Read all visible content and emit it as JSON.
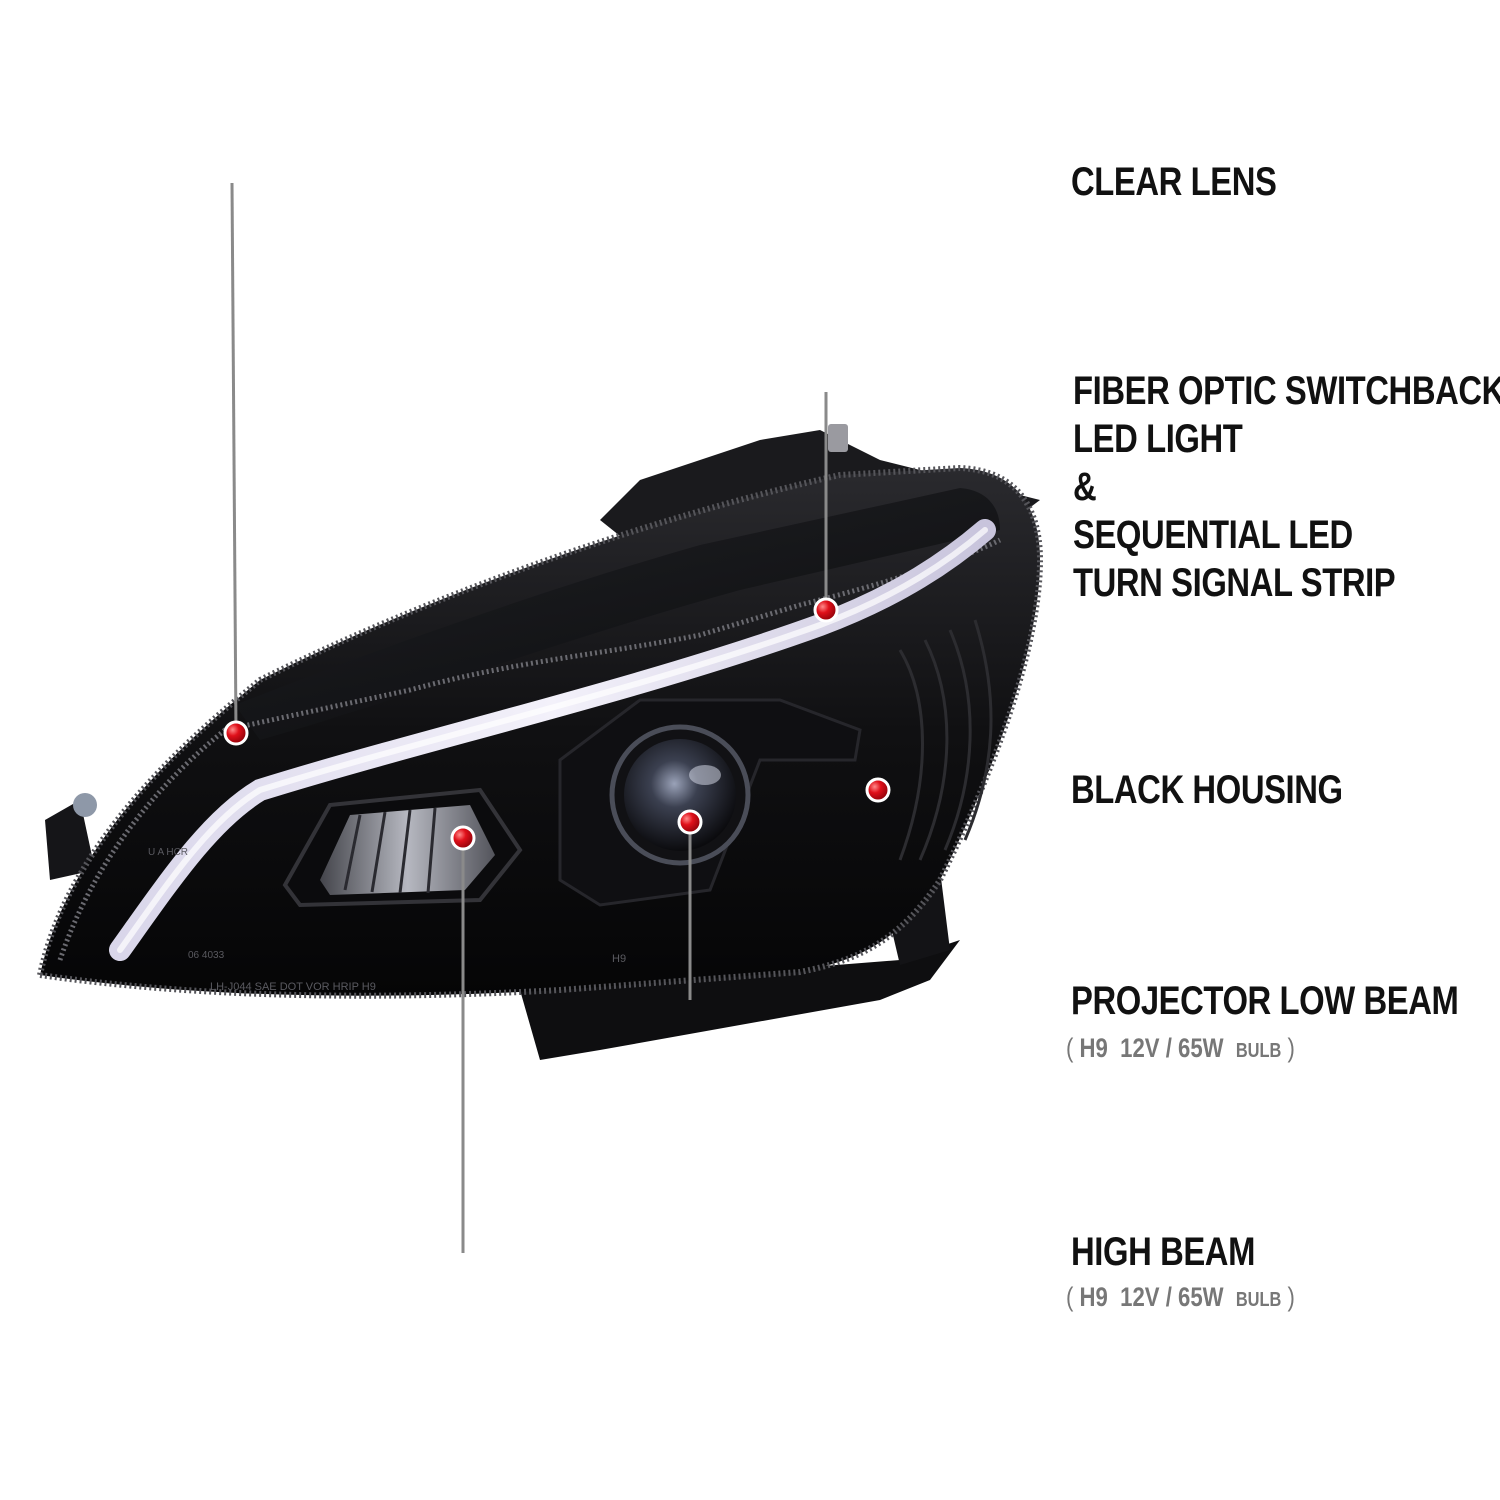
{
  "callouts": {
    "clear_lens": {
      "lines": [
        "CLEAR LENS"
      ]
    },
    "fiber_optic": {
      "lines": [
        "FIBER OPTIC SWITCHBACK",
        "LED LIGHT",
        "&",
        "SEQUENTIAL LED",
        "TURN SIGNAL STRIP"
      ]
    },
    "black_housing": {
      "lines": [
        "BLACK HOUSING"
      ]
    },
    "projector_low_beam": {
      "lines": [
        "PROJECTOR LOW BEAM"
      ],
      "spec": {
        "open": "(",
        "bulb": "H9",
        "rating": "12V / 65W",
        "unit": "BULB",
        "close": ")"
      }
    },
    "high_beam": {
      "lines": [
        "HIGH BEAM"
      ],
      "spec": {
        "open": "(",
        "bulb": "H9",
        "rating": "12V / 65W",
        "unit": "BULB",
        "close": ")"
      }
    }
  },
  "housing_markings": {
    "part_line": "LH-J044 SAE DOT VOR HRIP H9",
    "bulb_mark": "H9",
    "code_mark": "06 4033",
    "small_mark": "U A HCR"
  },
  "colors": {
    "background": "#ffffff",
    "label_text": "#111111",
    "spec_text": "#777777",
    "leader_gray": "#8a8a8a",
    "leader_red": "#b3121e",
    "marker_red": "#e0101a",
    "housing_black": "#0d0d0f",
    "led_strip": "#e9e7f3"
  }
}
